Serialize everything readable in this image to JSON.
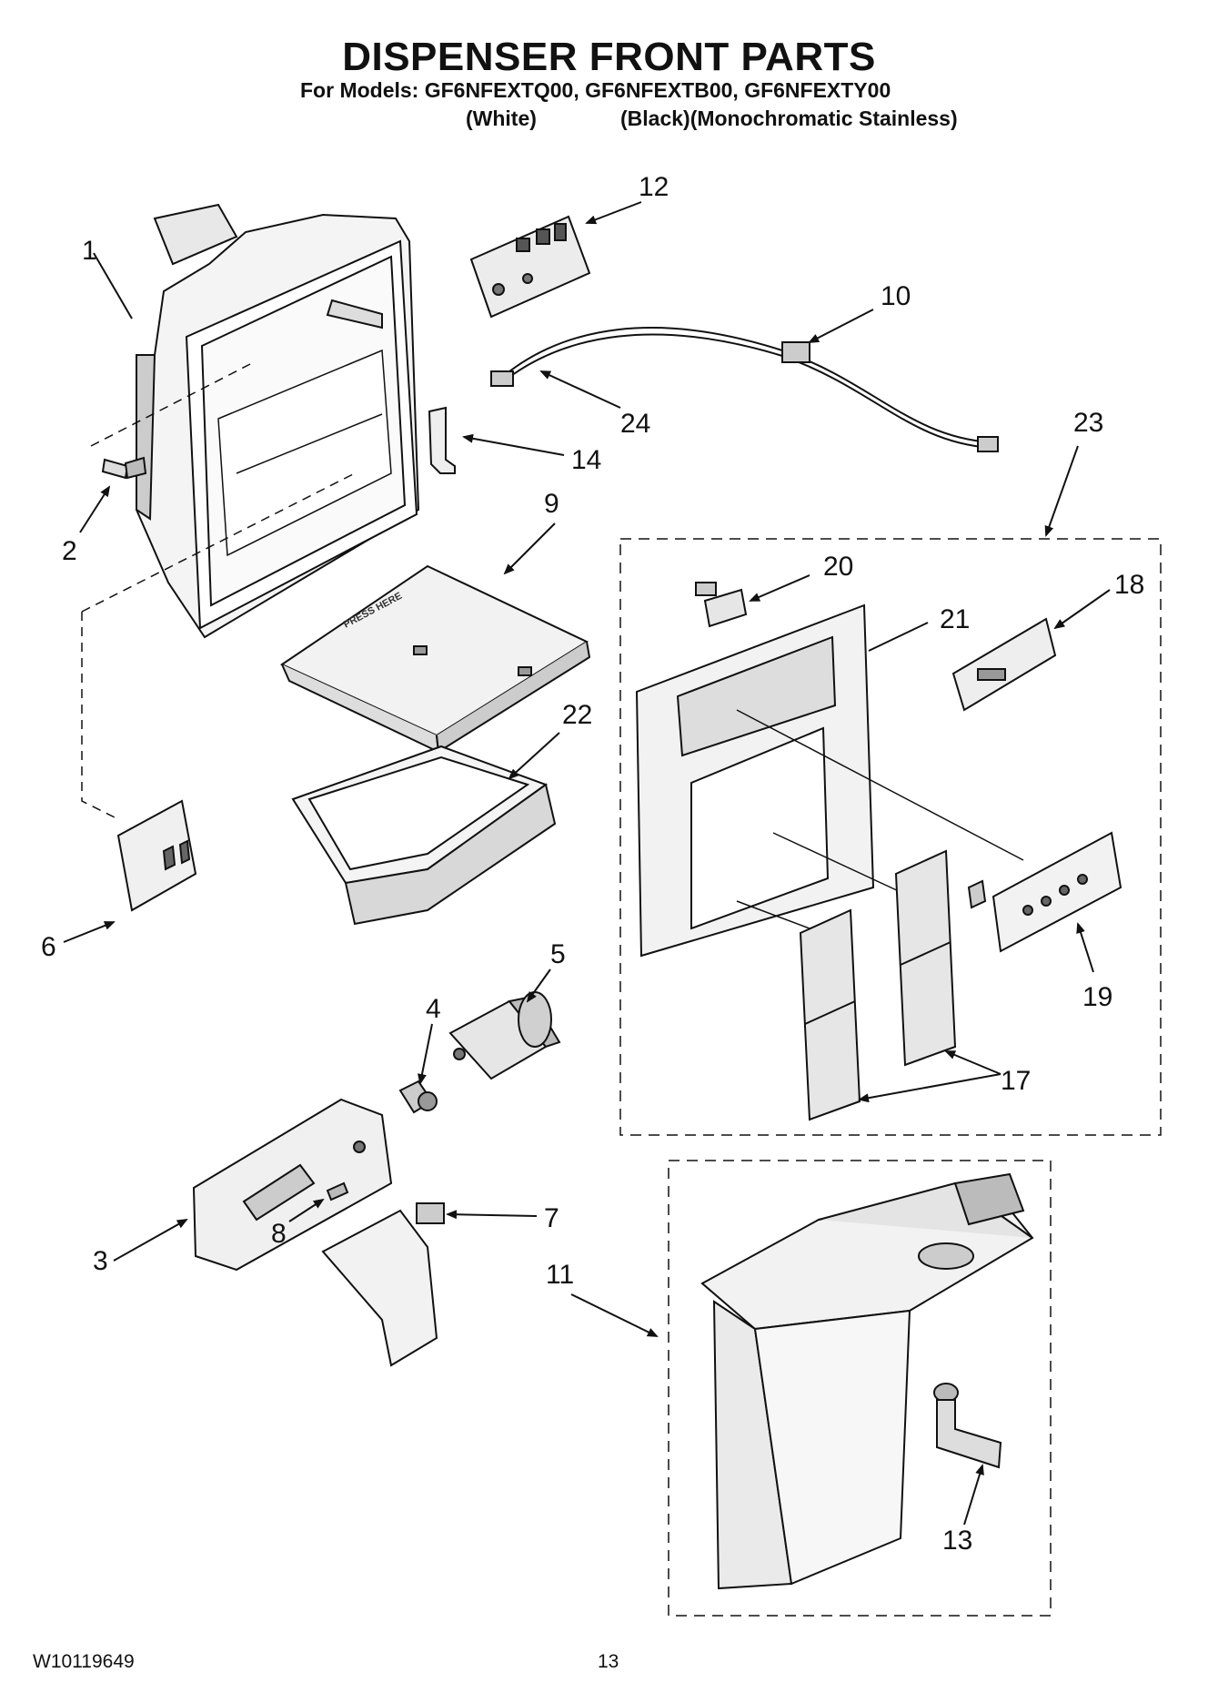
{
  "header": {
    "title": "DISPENSER FRONT PARTS",
    "models_line": "For Models: GF6NFEXTQ00, GF6NFEXTB00, GF6NFEXTY00",
    "variant_white": "(White)",
    "variant_black_stainless": "(Black)(Monochromatic Stainless)"
  },
  "callouts": {
    "c1": "1",
    "c2": "2",
    "c3": "3",
    "c4": "4",
    "c5": "5",
    "c6": "6",
    "c7": "7",
    "c8": "8",
    "c9": "9",
    "c10": "10",
    "c11": "11",
    "c12": "12",
    "c13": "13",
    "c14": "14",
    "c17": "17",
    "c18": "18",
    "c19": "19",
    "c20": "20",
    "c21": "21",
    "c22": "22",
    "c23": "23",
    "c24": "24"
  },
  "footer": {
    "doc_number": "W10119649",
    "page_number": "13"
  },
  "labels_on_parts": {
    "ice_platform_text": "PRESS HERE"
  }
}
